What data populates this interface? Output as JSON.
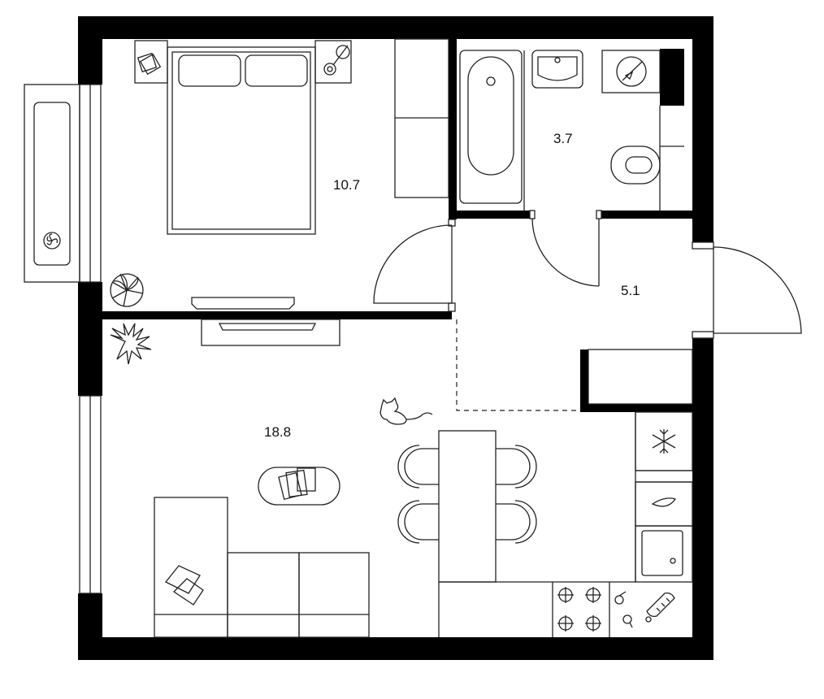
{
  "colors": {
    "wall": "#000000",
    "line": "#222222",
    "background": "#ffffff"
  },
  "rooms": [
    {
      "id": "bedroom",
      "area": "10.7"
    },
    {
      "id": "bathroom",
      "area": "3.7"
    },
    {
      "id": "hall",
      "area": "5.1"
    },
    {
      "id": "living",
      "area": "18.8"
    }
  ],
  "icons": [
    "bed-icon",
    "nightstand-icon",
    "lamp-icon",
    "wardrobe-icon",
    "plant-icon",
    "tv-stand-icon",
    "bathtub-icon",
    "sink-icon",
    "washing-machine-icon",
    "toilet-icon",
    "door-icon",
    "sofa-icon",
    "coffee-table-icon",
    "cat-icon",
    "dining-table-icon",
    "chair-icon",
    "fridge-icon",
    "dishwasher-icon",
    "kitchen-sink-icon",
    "stove-icon",
    "cutting-board-icon",
    "ac-unit-icon"
  ]
}
